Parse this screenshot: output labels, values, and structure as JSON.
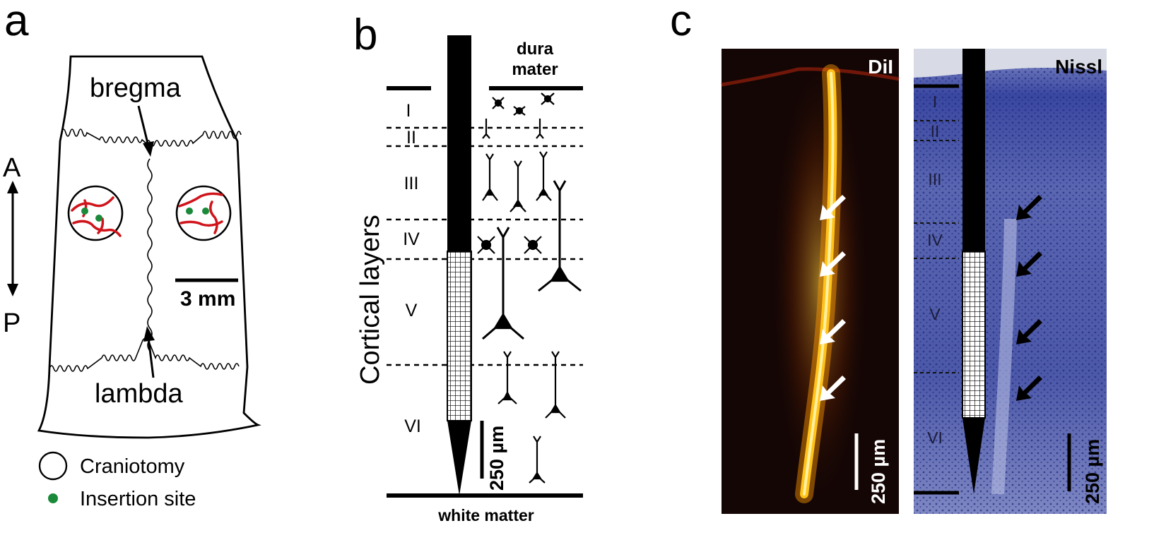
{
  "panels": {
    "a": {
      "letter": "a",
      "bregma": "bregma",
      "lambda": "lambda",
      "axis_a": "A",
      "axis_p": "P",
      "scale": "3 mm",
      "legend_craniotomy": "Craniotomy",
      "legend_insertion": "Insertion site",
      "colors": {
        "vessel": "#d0141b",
        "insertion": "#1a8a3a"
      }
    },
    "b": {
      "letter": "b",
      "dura_line1": "dura",
      "dura_line2": "mater",
      "white_matter": "white matter",
      "cortical_layers": "Cortical layers",
      "scale": "250 µm",
      "layers": [
        "I",
        "II",
        "III",
        "IV",
        "V",
        "VI"
      ]
    },
    "c": {
      "letter": "c",
      "dil_label": "DiI",
      "nissl_label": "Nissl",
      "scale_dil": "250 µm",
      "scale_nissl": "250 µm",
      "layers": [
        "I",
        "II",
        "III",
        "IV",
        "V",
        "VI"
      ],
      "colors": {
        "dil_bg": "#140605",
        "dil_signal": "#ffb000",
        "nissl_bg": "#4a57a8"
      }
    }
  }
}
